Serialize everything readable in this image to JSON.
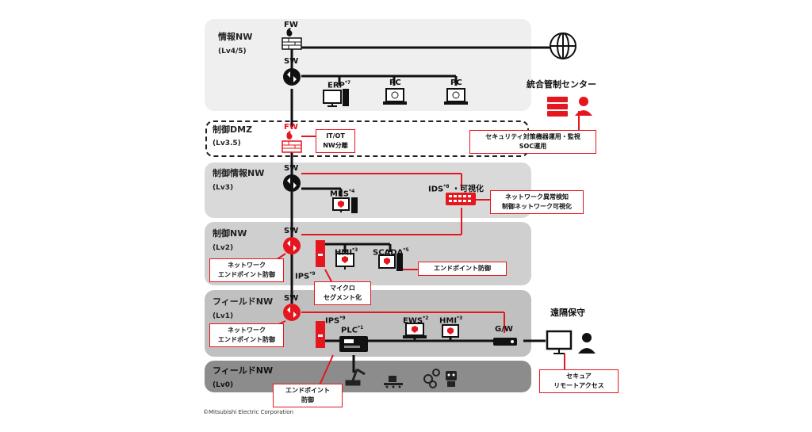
{
  "zones": [
    {
      "name": "情報NW",
      "level": "(Lv4/5)"
    },
    {
      "name": "制御DMZ",
      "level": "(Lv3.5)"
    },
    {
      "name": "制御情報NW",
      "level": "(Lv3)"
    },
    {
      "name": "制御NW",
      "level": "(Lv2)"
    },
    {
      "name": "フィールドNW",
      "level": "(Lv1)"
    },
    {
      "name": "フィールドNW",
      "level": "(Lv0)"
    }
  ],
  "nodes": {
    "fw_top": "FW",
    "sw_info": "SW",
    "erp": "ERP",
    "erp_note": "*7",
    "pc1": "PC",
    "pc2": "PC",
    "fw_dmz": "FW",
    "sw_ctrl_info": "SW",
    "mes": "MES",
    "mes_note": "*4",
    "ids": "IDS",
    "ids_note": "*8",
    "ids_suffix": "・可視化",
    "sw_ctrl": "SW",
    "ips_l2": "IPS",
    "ips_l2_note": "*9",
    "hmi_l2": "HMI",
    "hmi_l2_note": "*3",
    "scada": "SCADA",
    "scada_note": "*5",
    "sw_field": "SW",
    "ips_l1": "IPS",
    "ips_l1_note": "*9",
    "plc": "PLC",
    "plc_note": "*1",
    "ews": "EWS",
    "ews_note": "*2",
    "hmi_l1": "HMI",
    "hmi_l1_note": "*3",
    "gw": "G/W",
    "soc_center": "統合管制センター",
    "remote": "遠隔保守"
  },
  "callouts": {
    "it_ot_1": "IT/OT",
    "it_ot_2": "NW分離",
    "security_ops_1": "セキュリティ対策機器運用・監視",
    "security_ops_2": "SOC運用",
    "anomaly_1": "ネットワーク異常検知",
    "anomaly_2": "制御ネットワーク可視化",
    "endpoint_l2_1": "ネットワーク",
    "endpoint_l2_2": "エンドポイント防御",
    "micro_1": "マイクロ",
    "micro_2": "セグメント化",
    "endpoint_scada": "エンドポイント防御",
    "endpoint_l1_1": "ネットワーク",
    "endpoint_l1_2": "エンドポイント防御",
    "endpoint_plc_1": "エンドポイント",
    "endpoint_plc_2": "防御",
    "secure_remote_1": "セキュア",
    "secure_remote_2": "リモートアクセス"
  },
  "copyright": "©Mitsubishi Electric Corporation",
  "colors": {
    "accent": "#e5161d",
    "band_light": "#efefef",
    "band_mid": "#d9d9d9",
    "band_dark": "#c8c8c8",
    "band_darkest": "#8c8c8c",
    "line": "#111111"
  }
}
